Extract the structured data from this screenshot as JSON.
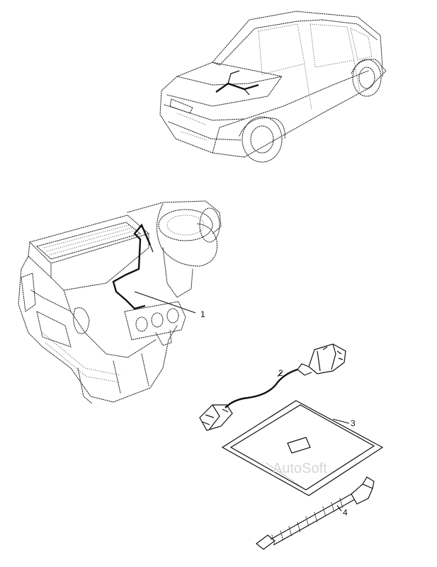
{
  "callouts": {
    "part_1": "1",
    "part_2": "2",
    "part_3": "3",
    "part_4": "4"
  },
  "watermark": "AutoSoft"
}
